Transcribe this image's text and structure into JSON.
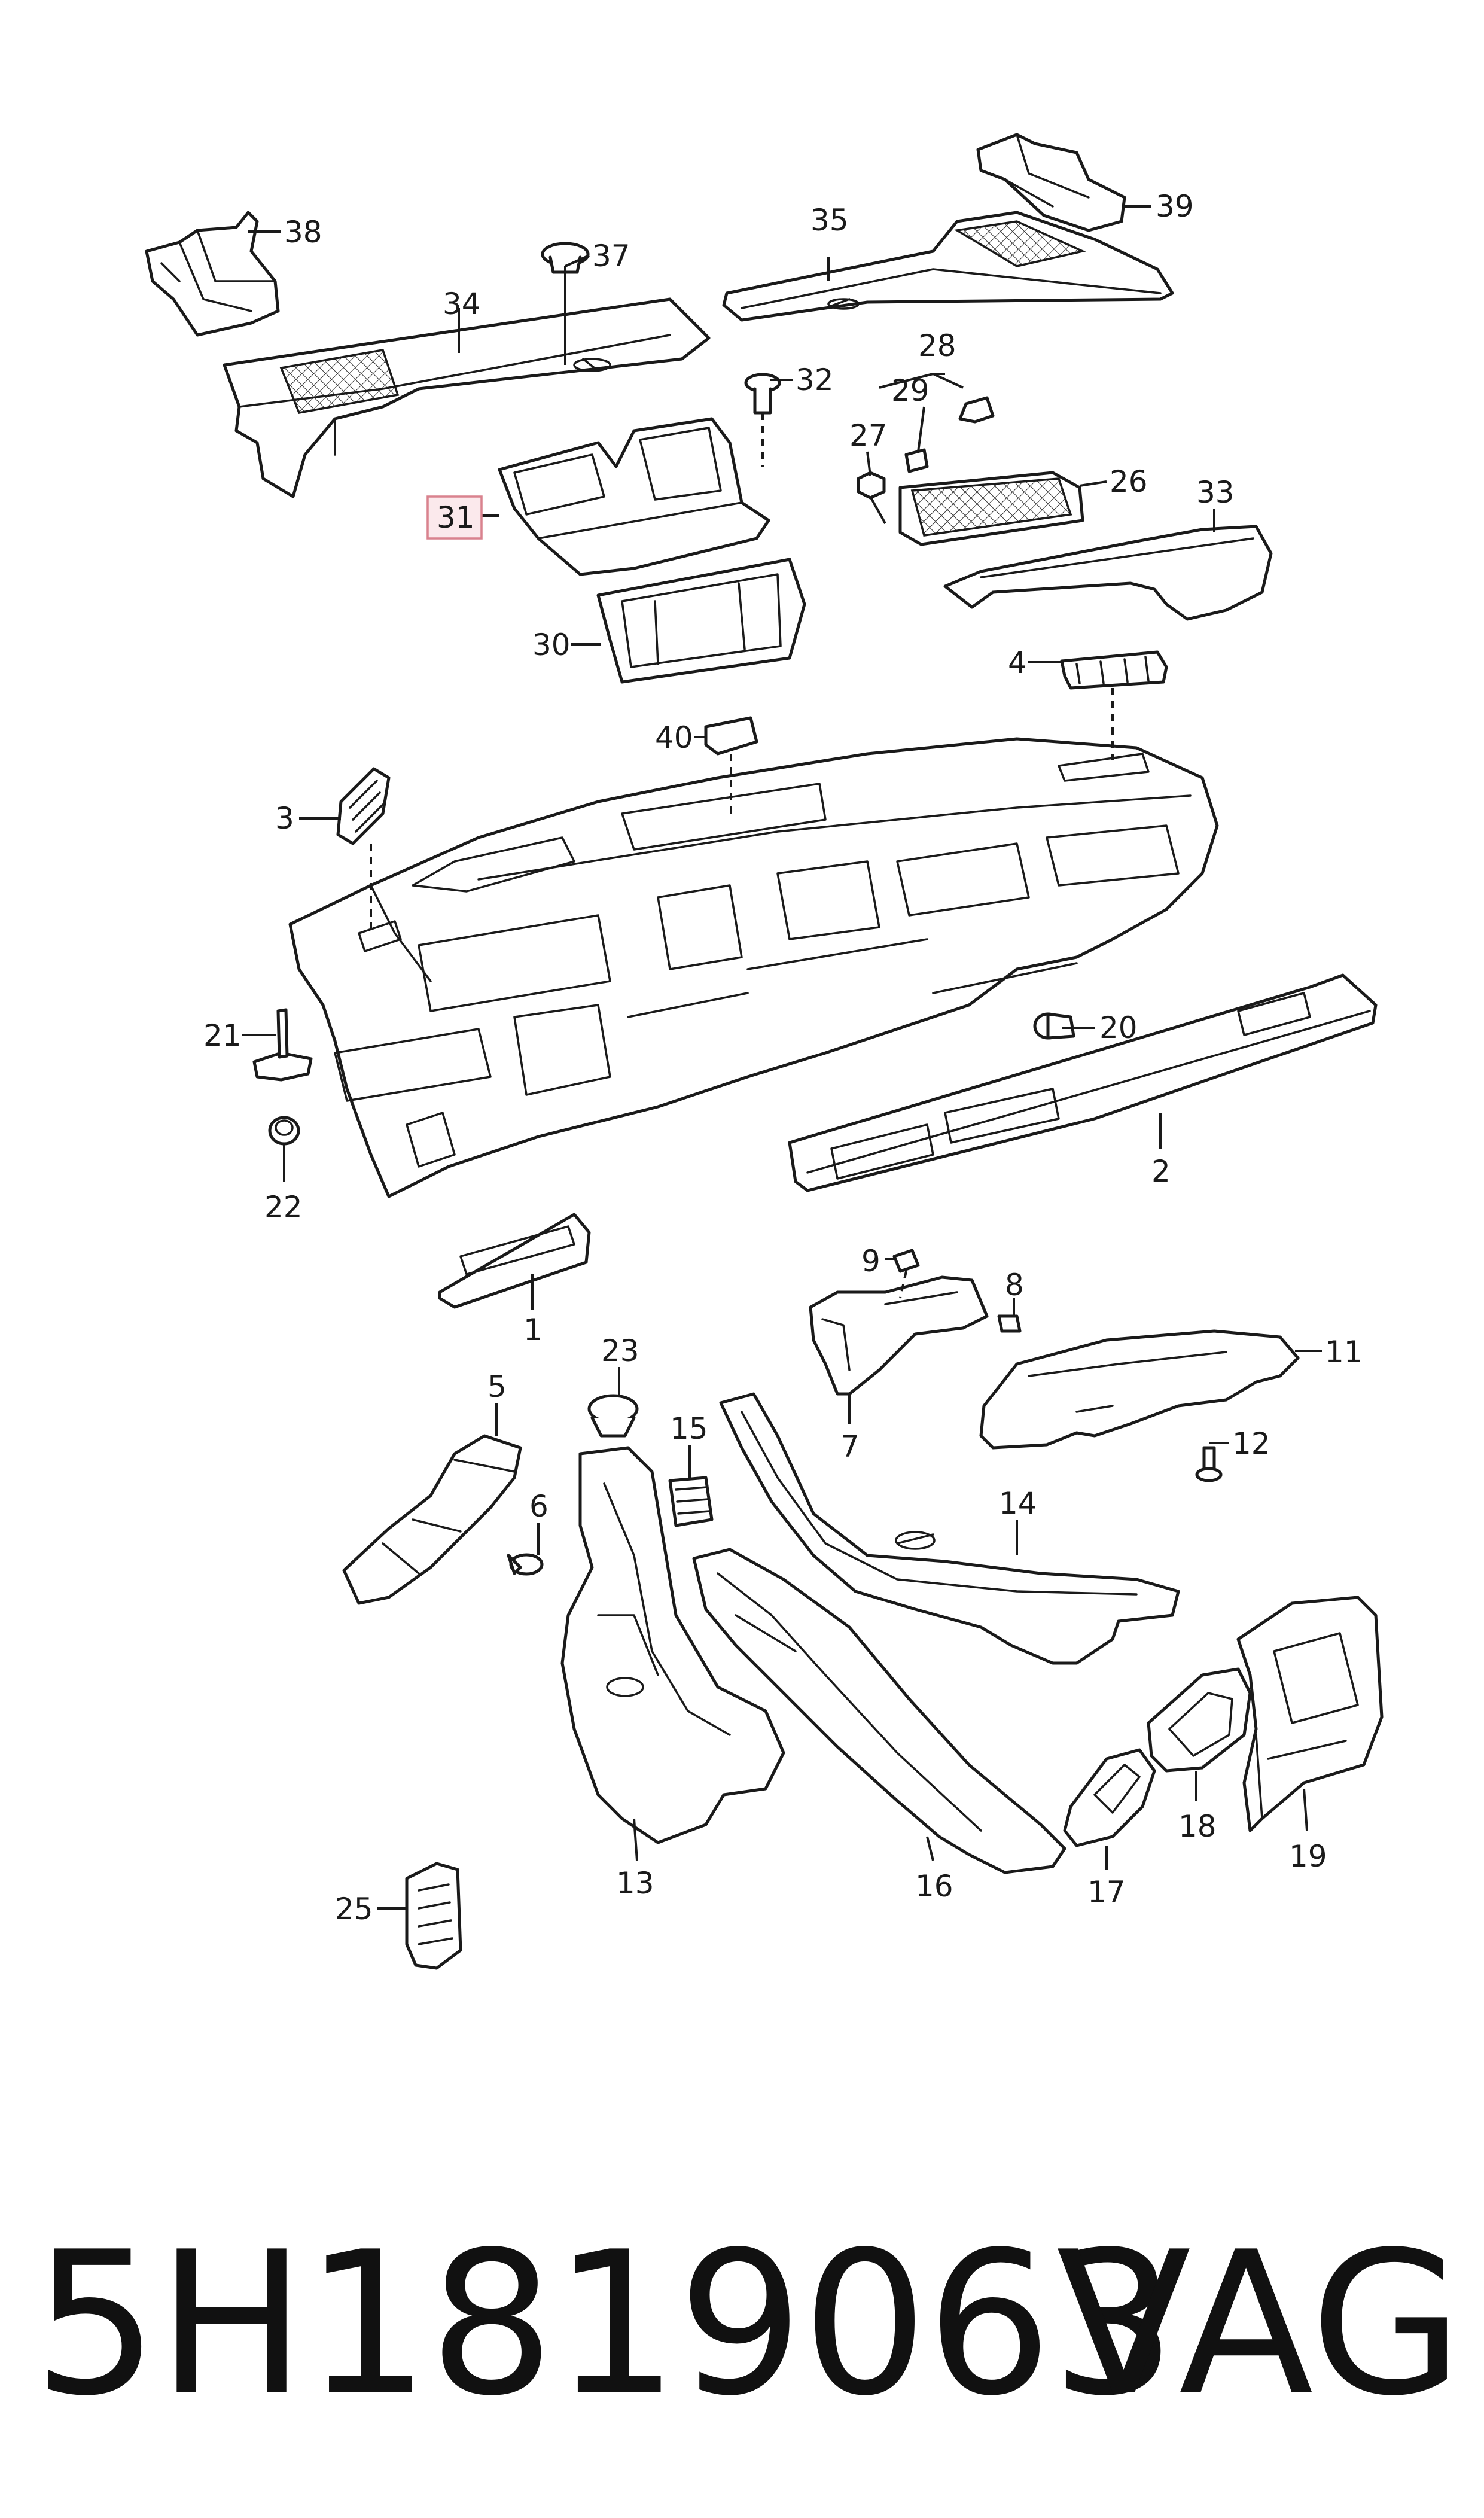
{
  "callouts": {
    "c1": "1",
    "c2": "2",
    "c3": "3",
    "c4": "4",
    "c5": "5",
    "c6": "6",
    "c7": "7",
    "c8": "8",
    "c9": "9",
    "c11": "11",
    "c12": "12",
    "c13": "13",
    "c14": "14",
    "c15": "15",
    "c16": "16",
    "c17": "17",
    "c18": "18",
    "c19": "19",
    "c20": "20",
    "c21": "21",
    "c22": "22",
    "c23": "23",
    "c25": "25",
    "c26": "26",
    "c27": "27",
    "c28": "28",
    "c29": "29",
    "c30": "30",
    "c31": "31",
    "c32": "32",
    "c33": "33",
    "c34": "34",
    "c35": "35",
    "c37": "37",
    "c38": "38",
    "c39": "39",
    "c40": "40"
  },
  "highlighted_callout": "31",
  "footer": {
    "part_number": "5H1819063",
    "brand": "VAG"
  }
}
